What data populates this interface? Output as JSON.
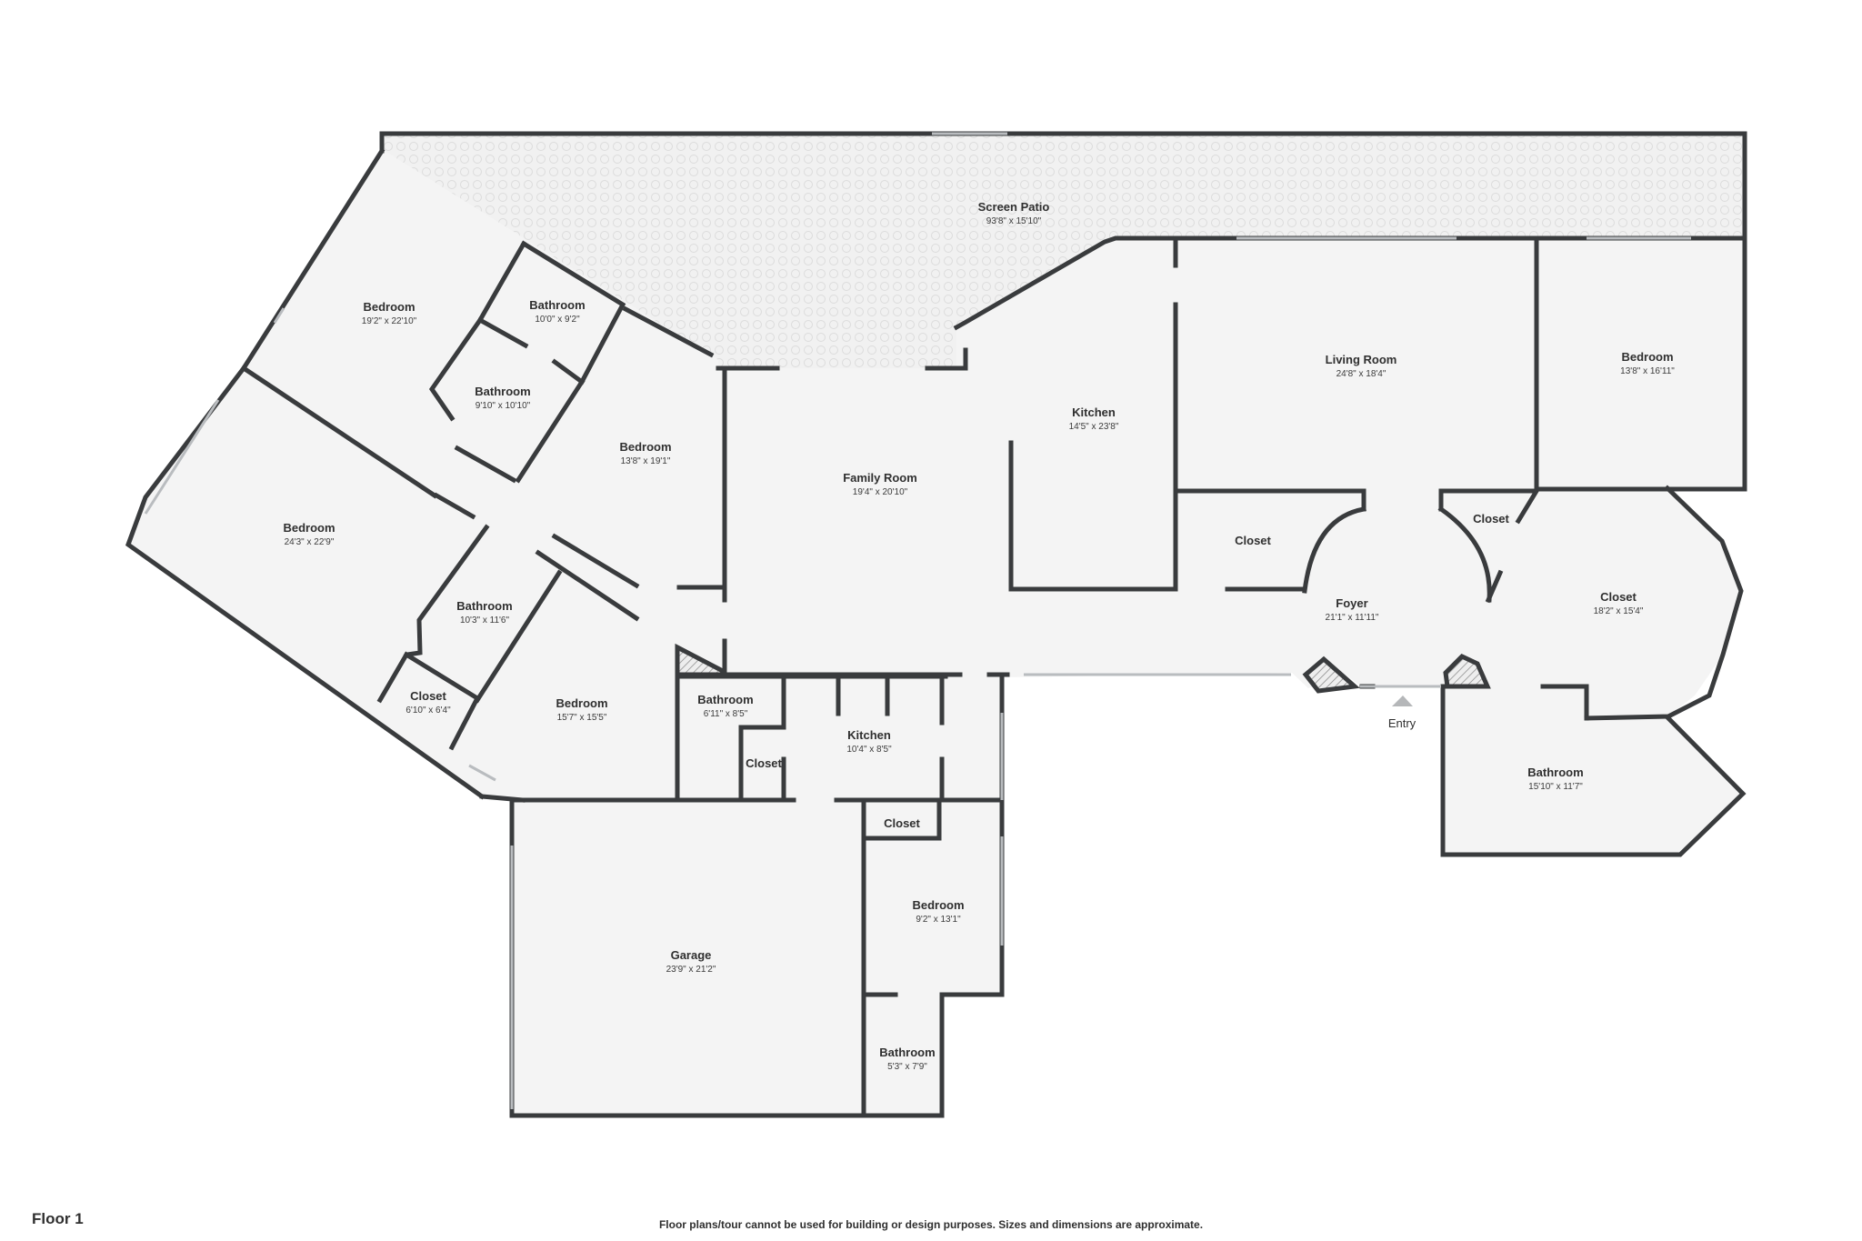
{
  "floor_label": "Floor 1",
  "disclaimer": "Floor plans/tour cannot be used for building or design purposes. Sizes and dimensions are approximate.",
  "entry_label": "Entry",
  "colors": {
    "wall": "#393b3d",
    "floor": "#f4f4f4",
    "patio_pattern": "#e3e3e3",
    "window": "#b9bcbf"
  },
  "rooms": {
    "screen_patio": {
      "name": "Screen Patio",
      "dims": "93'8\" x 15'10\""
    },
    "bedroom_nw": {
      "name": "Bedroom",
      "dims": "19'2\" x 22'10\""
    },
    "bathroom_top": {
      "name": "Bathroom",
      "dims": "10'0\" x 9'2\""
    },
    "bathroom_mid": {
      "name": "Bathroom",
      "dims": "9'10\" x 10'10\""
    },
    "bedroom_mid": {
      "name": "Bedroom",
      "dims": "13'8\" x 19'1\""
    },
    "bedroom_w": {
      "name": "Bedroom",
      "dims": "24'3\" x 22'9\""
    },
    "bathroom_sw": {
      "name": "Bathroom",
      "dims": "10'3\" x 11'6\""
    },
    "closet_sw": {
      "name": "Closet",
      "dims": "6'10\" x 6'4\""
    },
    "bedroom_sw": {
      "name": "Bedroom",
      "dims": "15'7\" x 15'5\""
    },
    "family_room": {
      "name": "Family Room",
      "dims": "19'4\" x 20'10\""
    },
    "kitchen_main": {
      "name": "Kitchen",
      "dims": "14'5\" x 23'8\""
    },
    "living_room": {
      "name": "Living Room",
      "dims": "24'8\" x 18'4\""
    },
    "bedroom_ne": {
      "name": "Bedroom",
      "dims": "13'8\" x 16'11\""
    },
    "closet_foyer_l": {
      "name": "Closet",
      "dims": ""
    },
    "closet_foyer_r": {
      "name": "Closet",
      "dims": ""
    },
    "foyer": {
      "name": "Foyer",
      "dims": "21'1\" x 11'11\""
    },
    "closet_e": {
      "name": "Closet",
      "dims": "18'2\" x 15'4\""
    },
    "bathroom_e": {
      "name": "Bathroom",
      "dims": "15'10\" x 11'7\""
    },
    "bathroom_s1": {
      "name": "Bathroom",
      "dims": "6'11\" x 8'5\""
    },
    "closet_s1": {
      "name": "Closet",
      "dims": ""
    },
    "kitchen_s": {
      "name": "Kitchen",
      "dims": "10'4\" x 8'5\""
    },
    "closet_s2": {
      "name": "Closet",
      "dims": ""
    },
    "bedroom_s": {
      "name": "Bedroom",
      "dims": "9'2\" x 13'1\""
    },
    "garage": {
      "name": "Garage",
      "dims": "23'9\" x 21'2\""
    },
    "bathroom_s2": {
      "name": "Bathroom",
      "dims": "5'3\" x 7'9\""
    }
  }
}
